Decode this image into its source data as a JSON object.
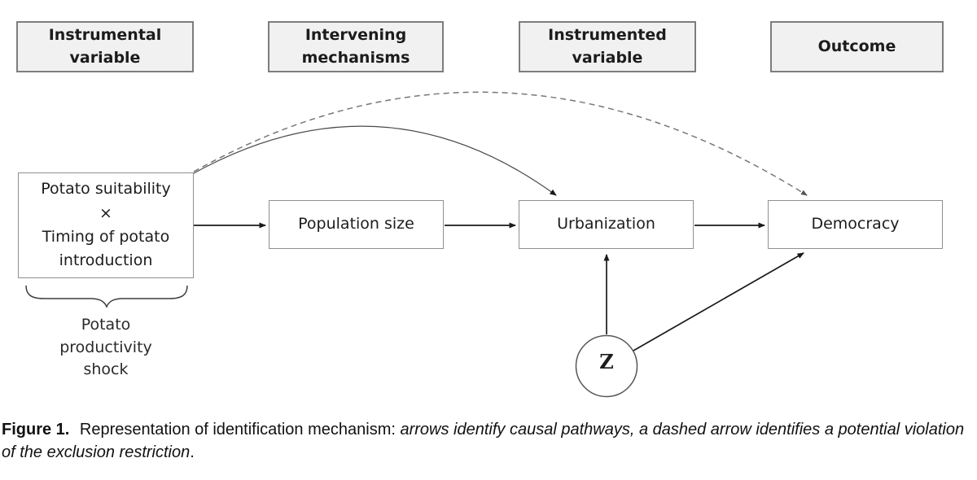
{
  "headers": {
    "instrumental_variable": "Instrumental\nvariable",
    "intervening_mechanisms": "Intervening\nmechanisms",
    "instrumented_variable": "Instrumented\nvariable",
    "outcome": "Outcome"
  },
  "nodes": {
    "instrument": "Potato suitability\n×\nTiming of potato\nintroduction",
    "mechanism": "Population size",
    "instrumented": "Urbanization",
    "outcome": "Democracy",
    "confounder": "Z",
    "brace_label": "Potato\nproductivity\nshock"
  },
  "edges": {
    "instrument_to_mechanism": "solid arrow",
    "mechanism_to_instrumented": "solid arrow",
    "instrumented_to_outcome": "solid arrow",
    "instrument_to_instrumented_curve": "solid curved arrow",
    "instrument_to_outcome_curve": "dashed curved arrow (exclusion restriction violation)",
    "z_to_instrumented": "solid arrow",
    "z_to_outcome": "solid arrow"
  },
  "caption": {
    "tag": "Figure 1.",
    "lead": "Representation of identification mechanism:",
    "italic": "arrows identify causal pathways, a dashed arrow identifies a potential violation of the exclusion restriction",
    "period": "."
  },
  "colors": {
    "header_fill": "#f1f1f1",
    "header_border": "#7d7d7d",
    "node_border": "#8f8f8f",
    "arrow": "#1a1a1a",
    "curve_solid": "#4a4a4a",
    "curve_dashed": "#777777",
    "background": "#ffffff"
  }
}
